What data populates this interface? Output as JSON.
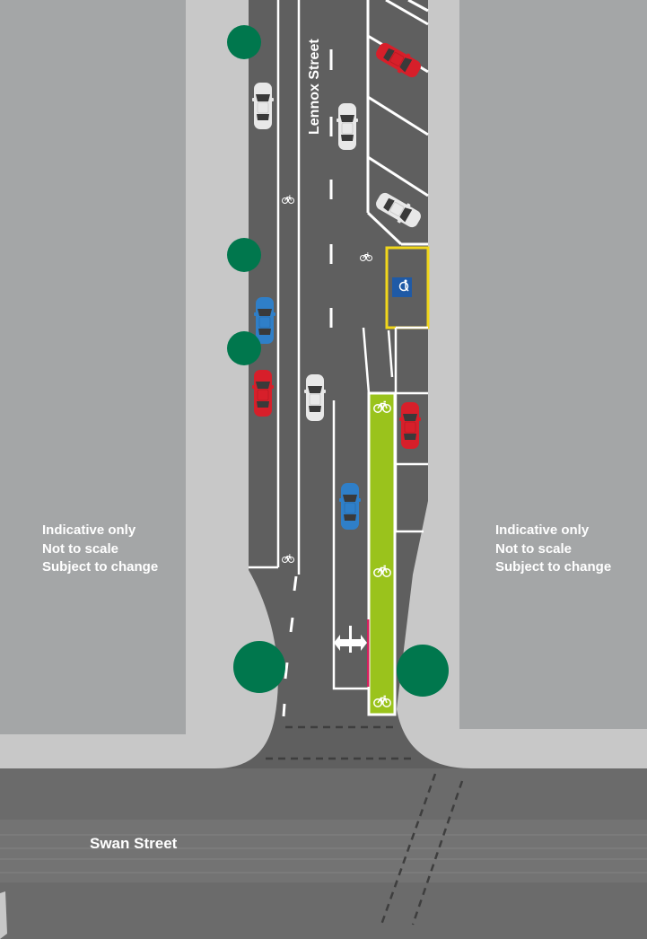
{
  "streets": {
    "lennox": "Lennox Street",
    "swan": "Swan Street"
  },
  "notes": {
    "left": [
      "Indicative only",
      "Not to scale",
      "Subject to change"
    ],
    "right": [
      "Indicative only",
      "Not to scale",
      "Subject to change"
    ]
  },
  "colors": {
    "building": "#a4a6a7",
    "footpath": "#c8c8c8",
    "road": "#5f5f5f",
    "swan_road": "#6b6b6b",
    "bike_lane": "#9ac31c",
    "tree": "#00774d",
    "disabled_bay_outline": "#f1d71b",
    "disabled_sign": "#1f5aa6",
    "car_red": "#d71f2a",
    "car_blue": "#2f7fc8",
    "car_white": "#e6e6e6"
  },
  "icons": {
    "bike_symbol": "bicycle-icon",
    "disabled_parking": "accessible-parking-icon",
    "turn_arrow": "left-right-turn-arrow-icon"
  }
}
